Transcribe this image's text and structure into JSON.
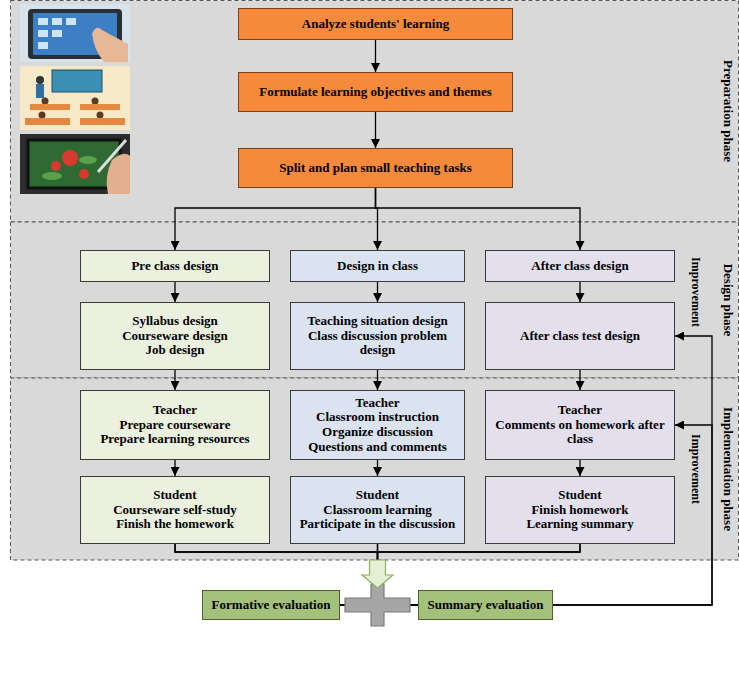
{
  "diagram": {
    "nodes": [
      {
        "text": [
          "Preparation phase"
        ]
      },
      {
        "text": [
          "Analyze students' learning"
        ],
        "in": 0
      },
      {
        "text": [
          "Formulate learning objectives and themes"
        ],
        "in": 0
      },
      {
        "text": [
          "Split and plan small teaching tasks"
        ],
        "in": 0
      },
      {
        "text": [
          "Design phase"
        ]
      },
      {
        "text": [
          "Pre class design"
        ],
        "in": 4
      },
      {
        "text": [
          "Design in class"
        ],
        "in": 4
      },
      {
        "text": [
          "After class design"
        ],
        "in": 4
      },
      {
        "text": [
          "Syllabus design",
          "Courseware design",
          "Job design"
        ],
        "in": 4
      },
      {
        "text": [
          "Teaching situation design",
          "Class discussion problem design"
        ],
        "in": 4
      },
      {
        "text": [
          "After class test design"
        ],
        "in": 4
      },
      {
        "text": [
          "Implementation phase"
        ]
      },
      {
        "text": [
          "Teacher",
          "Prepare courseware",
          "Prepare learning resources"
        ],
        "in": 11
      },
      {
        "text": [
          "Teacher",
          "Classroom instruction",
          "Organize discussion",
          "Questions and comments"
        ],
        "in": 11
      },
      {
        "text": [
          "Teacher",
          "Comments on homework after class"
        ],
        "in": 11
      },
      {
        "text": [
          "Student",
          "Courseware self-study",
          "Finish the homework"
        ],
        "in": 11
      },
      {
        "text": [
          "Student",
          "Classroom learning",
          "Participate in the discussion"
        ],
        "in": 11
      },
      {
        "text": [
          "Student",
          "Finish homework",
          "Learning summary"
        ],
        "in": 11
      },
      {
        "text": [
          "Formative evaluation"
        ]
      },
      {
        "text": [
          "Summary evaluation"
        ]
      }
    ],
    "edges": [
      {
        "from": 1,
        "to": 2,
        "arrow": "to"
      },
      {
        "from": 2,
        "to": 3,
        "arrow": "to"
      },
      {
        "from": 3,
        "to": 5,
        "arrow": "to"
      },
      {
        "from": 3,
        "to": 6,
        "arrow": "to"
      },
      {
        "from": 3,
        "to": 7,
        "arrow": "to"
      },
      {
        "from": 5,
        "to": 8,
        "arrow": "to"
      },
      {
        "from": 6,
        "to": 9,
        "arrow": "to"
      },
      {
        "from": 7,
        "to": 10,
        "arrow": "to"
      },
      {
        "from": 8,
        "to": 12,
        "arrow": "to"
      },
      {
        "from": 9,
        "to": 13,
        "arrow": "to"
      },
      {
        "from": 10,
        "to": 14,
        "arrow": "to"
      },
      {
        "from": 12,
        "to": 15,
        "arrow": "to"
      },
      {
        "from": 13,
        "to": 16,
        "arrow": "to"
      },
      {
        "from": 14,
        "to": 17,
        "arrow": "to"
      },
      {
        "from": 15,
        "to": 18,
        "arrow": "none"
      },
      {
        "from": 15,
        "to": 19,
        "arrow": "none"
      },
      {
        "from": 16,
        "to": 18,
        "arrow": "none"
      },
      {
        "from": 16,
        "to": 19,
        "arrow": "none"
      },
      {
        "from": 17,
        "to": 18,
        "arrow": "none"
      },
      {
        "from": 17,
        "to": 19,
        "arrow": "none"
      },
      {
        "from": 19,
        "to": 10,
        "label": "Improvement",
        "arrow": "to"
      },
      {
        "from": 19,
        "to": 14,
        "label": "Improvement",
        "arrow": "to"
      }
    ]
  }
}
